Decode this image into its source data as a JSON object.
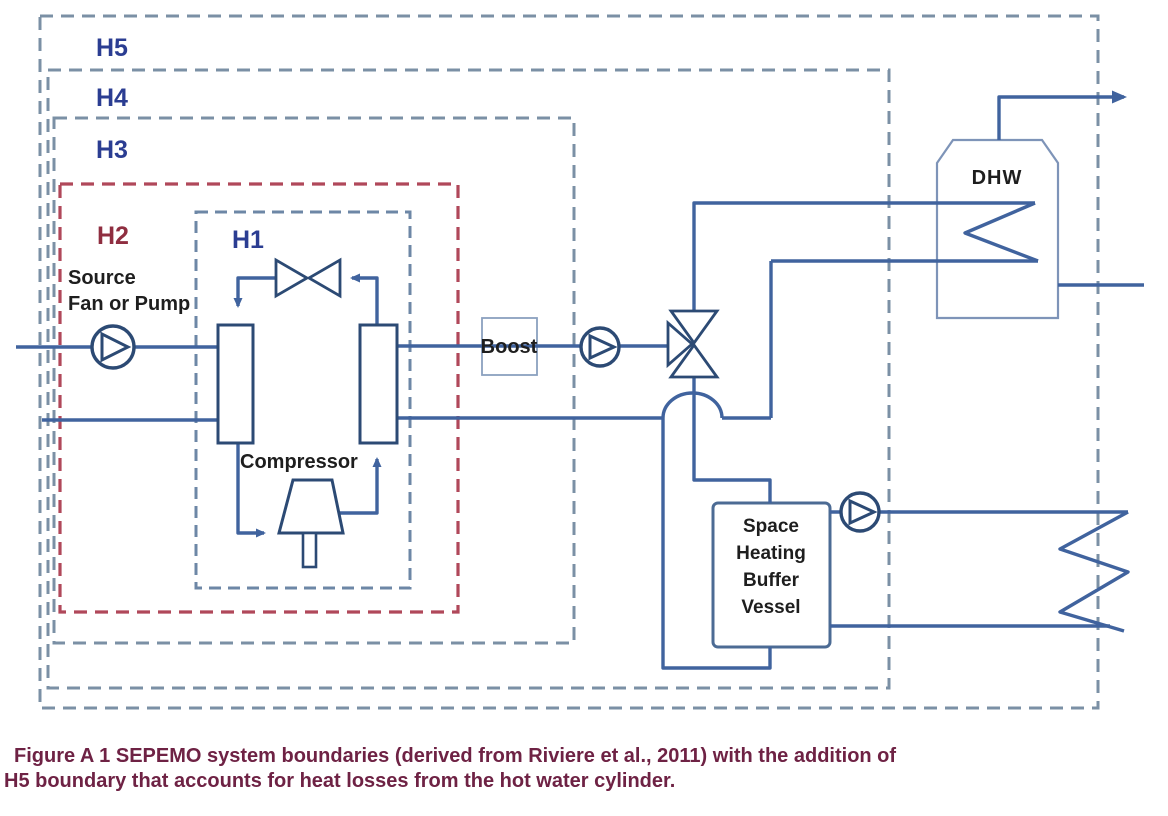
{
  "figure": {
    "type": "system-boundary-diagram",
    "boundaries": {
      "h5": "H5",
      "h4": "H4",
      "h3": "H3",
      "h2": "H2",
      "h1": "H1"
    },
    "components": {
      "source_label_line1": "Source",
      "source_label_line2": "Fan or Pump",
      "compressor": "Compressor",
      "boost": "Boost",
      "dhw_tank": "DHW",
      "buffer_vessel_line1": "Space",
      "buffer_vessel_line2": "Heating",
      "buffer_vessel_line3": "Buffer",
      "buffer_vessel_line4": "Vessel"
    },
    "caption": {
      "line1": "Figure A 1 SEPEMO system boundaries (derived from Riviere et al., 2011) with the addition of",
      "line2": "H5 boundary that accounts for heat losses from the hot water cylinder."
    },
    "colors": {
      "pipe_blue": "#40639e",
      "component_navy": "#2c4a74",
      "boundary_slate": "#7b90a5",
      "h2_boundary_red": "#b0485a",
      "h_label_blue": "#2b3d92",
      "h2_label_red": "#8f2e40",
      "caption_maroon": "#6e2244"
    }
  }
}
